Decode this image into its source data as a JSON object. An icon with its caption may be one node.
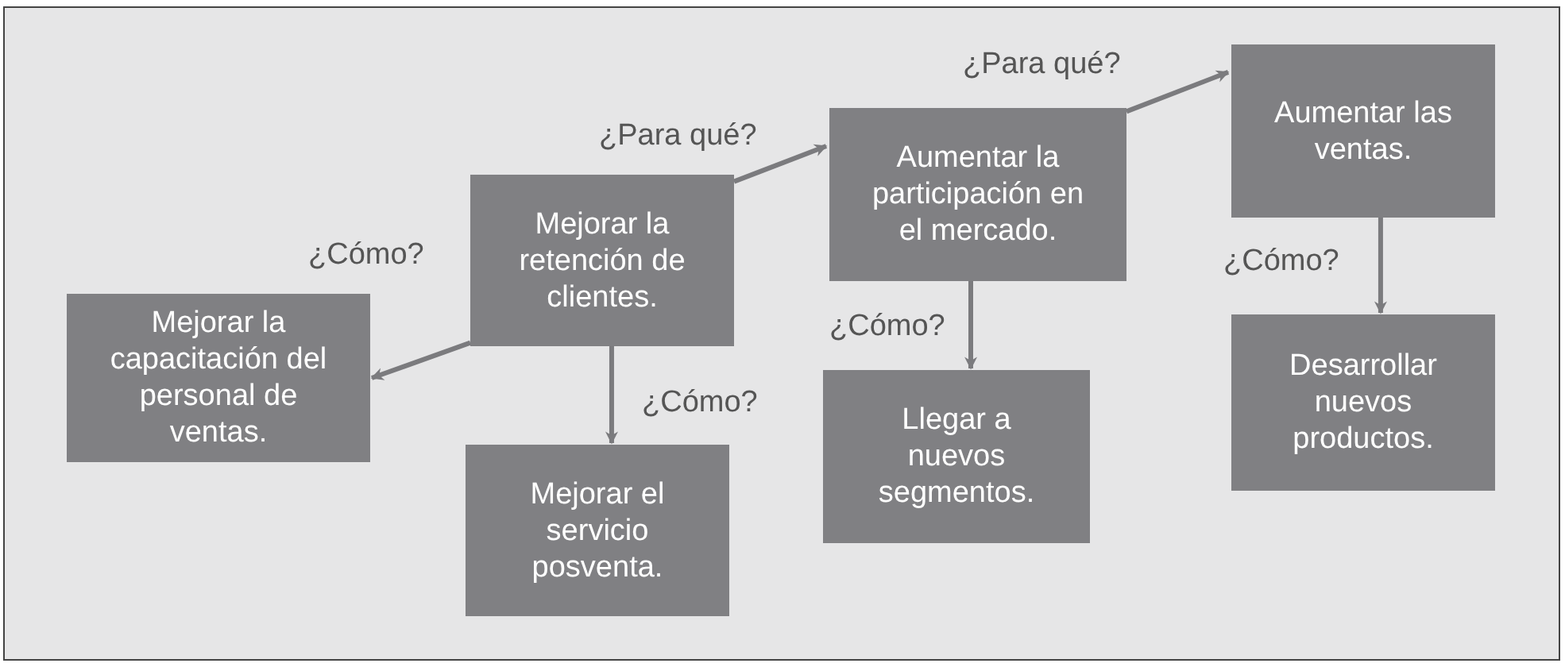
{
  "diagram": {
    "nodes": [
      {
        "text": [
          "Mejorar la retención de clientes."
        ]
      },
      {
        "text": [
          "Mejorar la capacitación del personal de ventas."
        ]
      },
      {
        "text": [
          "Mejorar el servicio posventa."
        ]
      },
      {
        "text": [
          "Aumentar la participación en el mercado."
        ]
      },
      {
        "text": [
          "Llegar a nuevos segmentos."
        ]
      },
      {
        "text": [
          "Aumentar las ventas."
        ]
      },
      {
        "text": [
          "Desarrollar nuevos productos."
        ]
      }
    ],
    "edges": [
      {
        "from": 0,
        "to": 3,
        "arrow": "to",
        "label": "¿Para qué?"
      },
      {
        "from": 3,
        "to": 5,
        "arrow": "to",
        "label": "¿Para qué?"
      },
      {
        "from": 0,
        "to": 1,
        "arrow": "to",
        "label": "¿Cómo?"
      },
      {
        "from": 0,
        "to": 2,
        "arrow": "to",
        "label": "¿Cómo?"
      },
      {
        "from": 3,
        "to": 4,
        "arrow": "to",
        "label": "¿Cómo?"
      },
      {
        "from": 5,
        "to": 6,
        "arrow": "to",
        "label": "¿Cómo?"
      }
    ]
  }
}
